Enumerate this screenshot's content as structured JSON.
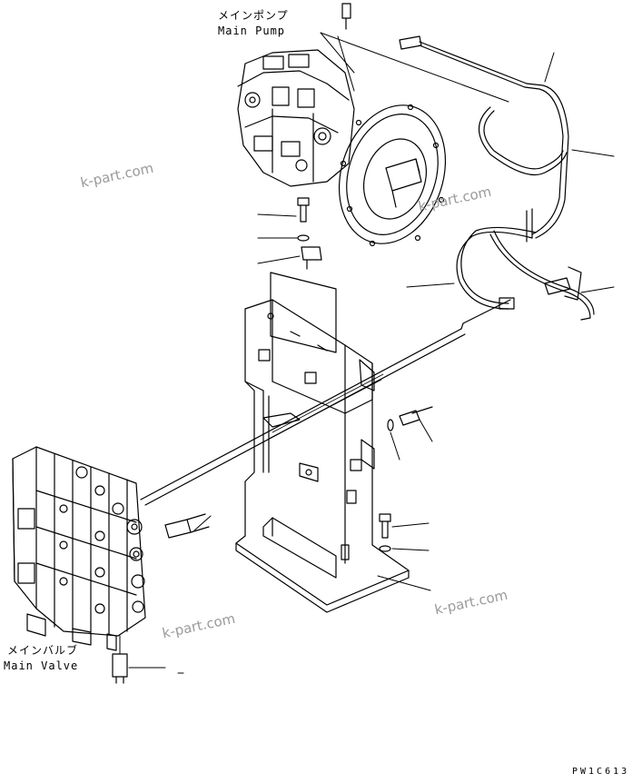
{
  "labels": {
    "main_pump_jp": "メインポンプ",
    "main_pump_en": "Main Pump",
    "main_valve_jp": "メインバルブ",
    "main_valve_en": "Main Valve"
  },
  "watermarks": [
    "k-part.com",
    "k-part.com",
    "k-part.com",
    "k-part.com"
  ],
  "figure_code": "PW1C613"
}
